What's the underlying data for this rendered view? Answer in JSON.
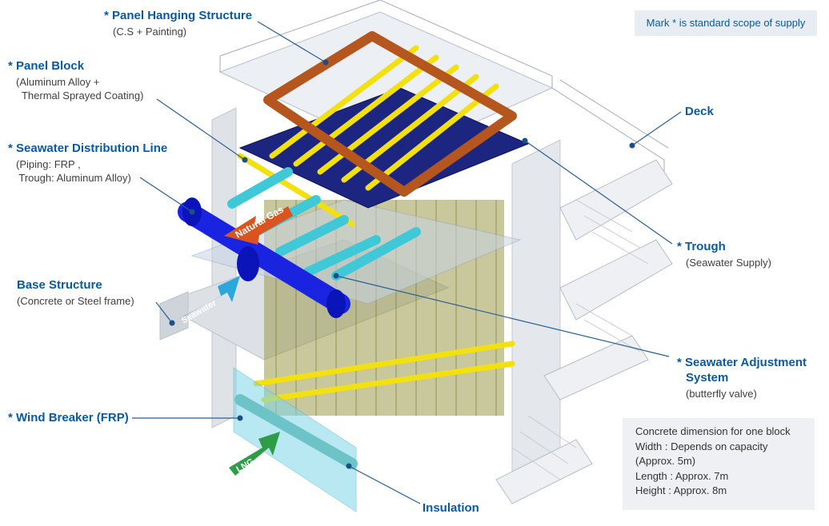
{
  "note": "Mark * is standard scope of supply",
  "labels": {
    "panel_hanging": {
      "title": "* Panel Hanging Structure",
      "sub": "(C.S + Painting)"
    },
    "panel_block": {
      "title": "* Panel Block",
      "sub1": "(Aluminum Alloy +",
      "sub2": "  Thermal Sprayed Coating)"
    },
    "seawater_dist": {
      "title": "* Seawater Distribution Line",
      "sub1": "(Piping: FRP ,",
      "sub2": " Trough: Aluminum Alloy)"
    },
    "base": {
      "title": "Base Structure",
      "sub": "(Concrete or Steel frame)"
    },
    "wind_breaker": {
      "title": "* Wind Breaker (FRP)"
    },
    "deck": {
      "title": "Deck"
    },
    "trough": {
      "title": "* Trough",
      "sub": "(Seawater Supply)"
    },
    "adjustment": {
      "title1": "* Seawater Adjustment",
      "title2": "System",
      "sub": "(butterfly valve)"
    },
    "insulation": {
      "title": "Insulation"
    }
  },
  "arrows": {
    "natural_gas": "Natural Gas",
    "seawater": "Seawater",
    "lng": "LNG"
  },
  "spec": {
    "title": "Concrete dimension for one block",
    "width": "Width : Depends on capacity",
    "approx": "(Approx. 5m)",
    "length": "Length : Approx. 7m",
    "height": "Height : Approx. 8m"
  },
  "colors": {
    "label_blue": "#0a5aa0",
    "frame_brown": "#b5561f",
    "pipe_yellow": "#f2e010",
    "pipe_cyan": "#3fc8d8",
    "header_blue": "#1a24e0",
    "arrow_orange": "#d9541e",
    "arrow_cyan": "#2aa8dc",
    "arrow_green": "#2f9c48"
  }
}
